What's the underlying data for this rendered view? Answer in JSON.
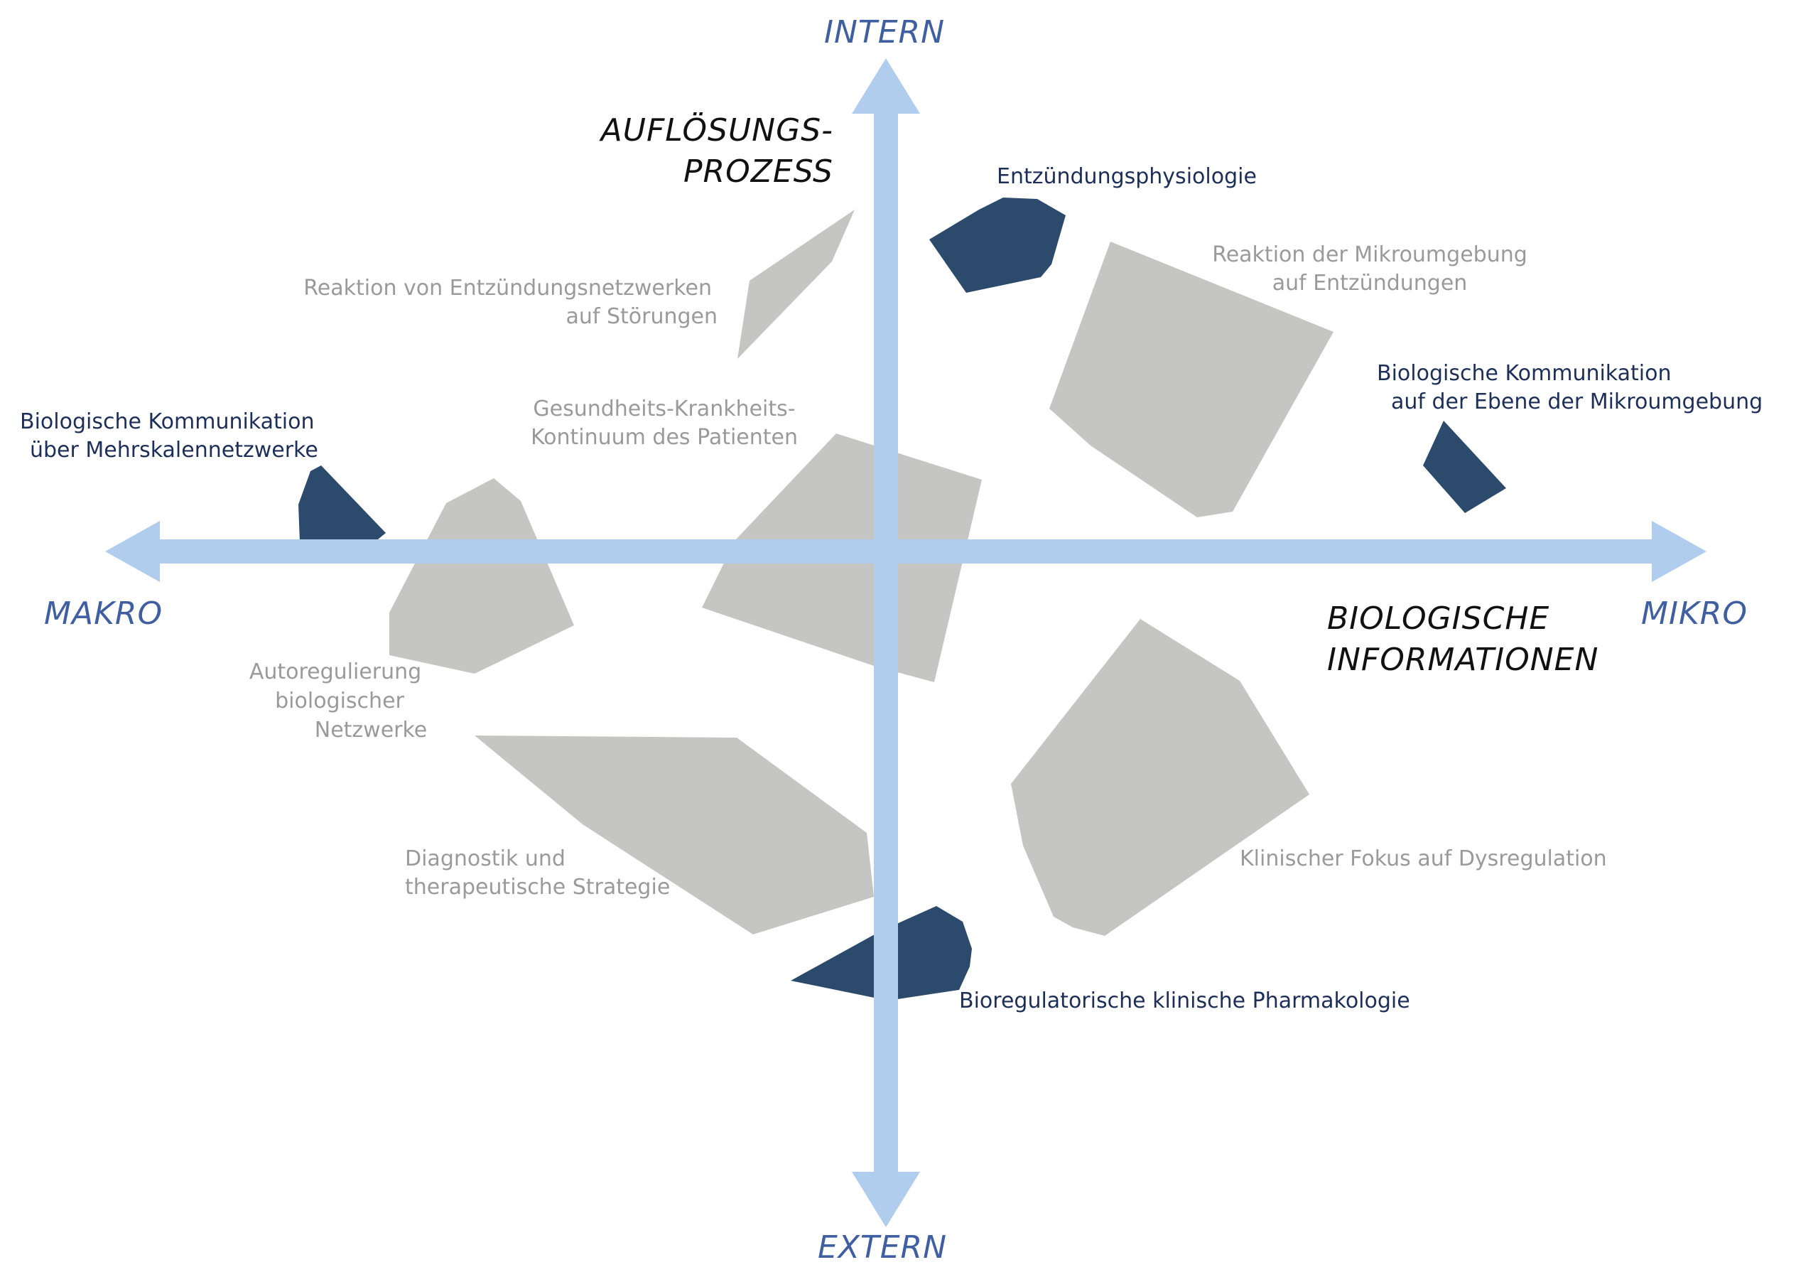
{
  "axes": {
    "top": "INTERN",
    "bottom": "EXTERN",
    "left": "MAKRO",
    "right": "MIKRO",
    "color": "#b0cdee",
    "label_color": "#3f5fa0"
  },
  "dimensions": {
    "vertical": [
      "AUFLÖSUNGS-",
      "PROZESS"
    ],
    "horizontal": [
      "BIOLOGISCHE",
      "INFORMATIONEN"
    ]
  },
  "regions": {
    "reaktion_netzwerke": [
      "Reaktion von Entzündungsnetzwerken",
      "auf Störungen"
    ],
    "entzuendungsphysiologie": [
      "Entzündungsphysiologie"
    ],
    "mikroumgebung_reaktion": [
      "Reaktion der Mikroumgebung",
      "auf Entzündungen"
    ],
    "kommunikation_mikro": [
      "Biologische Kommunikation",
      "auf der Ebene der Mikroumgebung"
    ],
    "kommunikation_makro": [
      "Biologische Kommunikation",
      "über Mehrskalennetzwerke"
    ],
    "kontinuum": [
      "Gesundheits-Krankheits-",
      "Kontinuum des Patienten"
    ],
    "autoregulierung": [
      "Autoregulierung",
      "biologischer",
      "Netzwerke"
    ],
    "diagnostik": [
      "Diagnostik und",
      "therapeutische Strategie"
    ],
    "dysregulation": [
      "Klinischer Fokus auf Dysregulation"
    ],
    "pharmakologie": [
      "Bioregulatorische klinische Pharmakologie"
    ]
  },
  "colors": {
    "grey_shape": "#c5c5c3",
    "dark_shape": "#2c4a6b",
    "grey_text": "#9a9a9a",
    "dark_text": "#1e2f57"
  }
}
